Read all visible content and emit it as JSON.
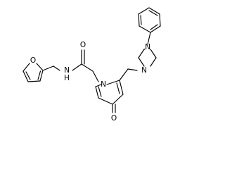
{
  "molecule": {
    "atoms": {
      "furan_O": "O",
      "amide_NH": "N",
      "amide_H": "H",
      "amide_O": "O",
      "pyridone_N": "N",
      "ketone_O": "O",
      "pip_N1": "N",
      "pip_N4": "N"
    }
  },
  "colors": {
    "bond": "#000000",
    "background": "#ffffff"
  }
}
